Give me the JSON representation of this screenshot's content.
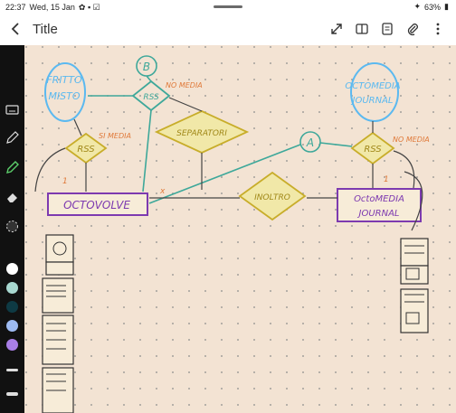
{
  "statusbar": {
    "time": "22:37",
    "date": "Wed, 15 Jan",
    "battery": "63%"
  },
  "toolbar": {
    "title": "Title"
  },
  "icons": {
    "back": "chevron-left-icon",
    "expand": "expand-icon",
    "book": "book-icon",
    "list": "list-icon",
    "attach": "paperclip-icon",
    "more": "more-vertical-icon"
  },
  "sidebar": {
    "swatches": [
      "#ffffff",
      "#a8d8d0",
      "#0e3a44",
      "#9ebbf2",
      "#a87ee6"
    ]
  },
  "sketch": {
    "fritto_misto": "FRITTO\nMISTO",
    "octomedia_journal_top": "OCTOMEDIA\nJOURNAL",
    "rss_left_top": "RSS",
    "rss_left": "RSS",
    "rss_right": "RSS",
    "separatori": "SEPARATORI",
    "inoltro": "INOLTRO",
    "octovolve": "OCTOVOLVE",
    "octomedia_journal_box": "OctoMEDIA\nJOURNAL",
    "label_b": "B",
    "label_a": "A",
    "no_media_1": "NO MEDIA",
    "si_media": "SI MEDIA",
    "no_media_2": "NO MEDIA",
    "num_1_left": "1",
    "num_1_right": "1",
    "mark_x": "x"
  }
}
